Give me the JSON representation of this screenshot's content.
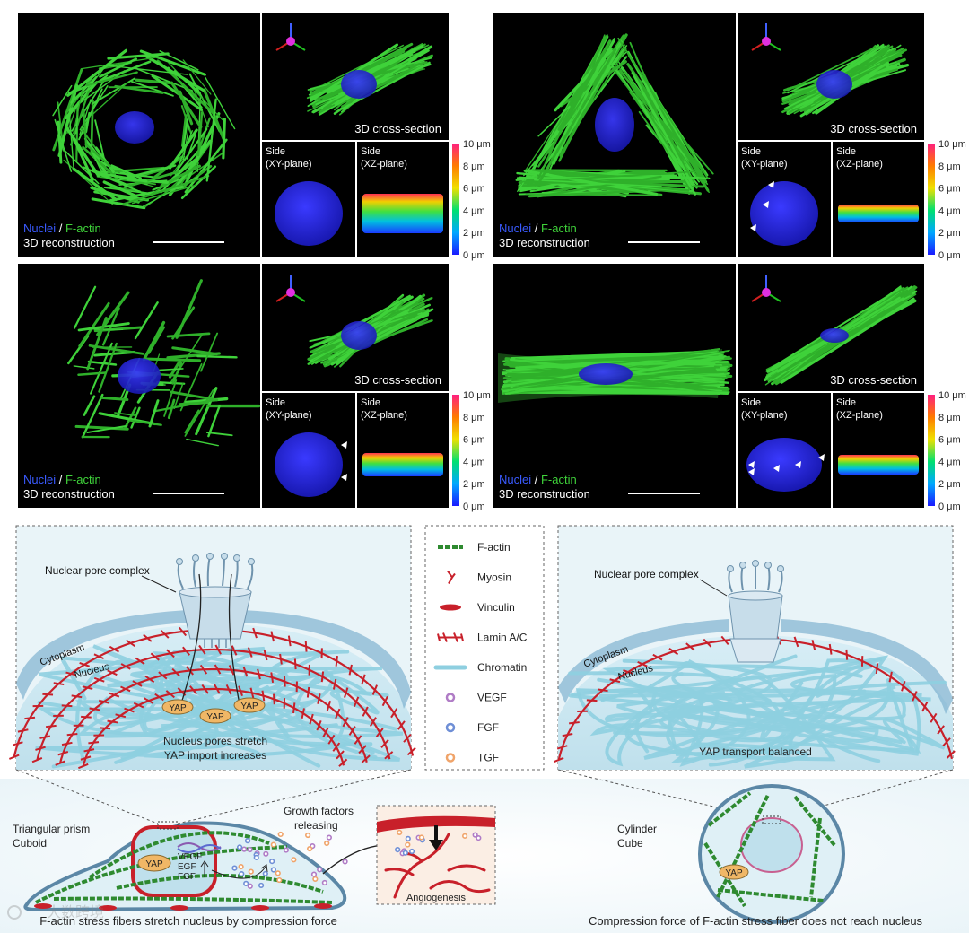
{
  "panels": [
    {
      "id": "p1",
      "nuclei_label": "Nuclei",
      "separator": " / ",
      "factin_label": "F-actin",
      "recon_label": "3D reconstruction",
      "cross_label": "3D cross-section",
      "side_xy_1": "Side",
      "side_xy_2": "(XY-plane)",
      "side_xz_1": "Side",
      "side_xz_2": "(XZ-plane)"
    },
    {
      "id": "p2",
      "nuclei_label": "Nuclei",
      "separator": " / ",
      "factin_label": "F-actin",
      "recon_label": "3D reconstruction",
      "cross_label": "3D cross-section",
      "side_xy_1": "Side",
      "side_xy_2": "(XY-plane)",
      "side_xz_1": "Side",
      "side_xz_2": "(XZ-plane)"
    },
    {
      "id": "p3",
      "nuclei_label": "Nuclei",
      "separator": " / ",
      "factin_label": "F-actin",
      "recon_label": "3D reconstruction",
      "cross_label": "3D cross-section",
      "side_xy_1": "Side",
      "side_xy_2": "(XY-plane)",
      "side_xz_1": "Side",
      "side_xz_2": "(XZ-plane)"
    },
    {
      "id": "p4",
      "nuclei_label": "Nuclei",
      "separator": " / ",
      "factin_label": "F-actin",
      "recon_label": "3D reconstruction",
      "cross_label": "3D cross-section",
      "side_xy_1": "Side",
      "side_xy_2": "(XY-plane)",
      "side_xz_1": "Side",
      "side_xz_2": "(XZ-plane)"
    }
  ],
  "colorbar": {
    "ticks": [
      "10 μm",
      "8 μm",
      "6 μm",
      "4 μm",
      "2 μm",
      "0 μm"
    ]
  },
  "legend": {
    "items": [
      {
        "key": "factin",
        "label": "F-actin"
      },
      {
        "key": "myosin",
        "label": "Myosin"
      },
      {
        "key": "vinculin",
        "label": "Vinculin"
      },
      {
        "key": "lamin",
        "label": "Lamin A/C"
      },
      {
        "key": "chromatin",
        "label": "Chromatin"
      },
      {
        "key": "vegf",
        "label": "VEGF",
        "color": "#b07cc6"
      },
      {
        "key": "fgf",
        "label": "FGF",
        "color": "#6f8fd6"
      },
      {
        "key": "tgf",
        "label": "TGF",
        "color": "#f0a46a"
      }
    ]
  },
  "left_diagram": {
    "npc_label": "Nuclear pore complex",
    "cytoplasm_label": "Cytoplasm",
    "nucleus_label": "Nucleus",
    "yap": "YAP",
    "caption_1": "Nucleus pores stretch",
    "caption_2": "YAP import increases"
  },
  "right_diagram": {
    "npc_label": "Nuclear pore complex",
    "cytoplasm_label": "Cytoplasm",
    "nucleus_label": "Nucleus",
    "caption": "YAP transport balanced"
  },
  "bottom_left": {
    "shape_1": "Triangular prism",
    "shape_2": "Cuboid",
    "gf_1": "Growth factors",
    "gf_2": "releasing",
    "yap": "YAP",
    "genes": [
      "VEGF",
      "EGF",
      "FGF"
    ],
    "angiogenesis": "Angiogenesis",
    "caption": "F-actin stress fibers stretch nucleus by  compression force"
  },
  "bottom_right": {
    "shape_1": "Cylinder",
    "shape_2": "Cube",
    "yap": "YAP",
    "caption": "Compression force of F-actin stress fiber does not reach nucleus"
  },
  "watermark": "大数跨境",
  "colors": {
    "actin": "#3fcf3a",
    "nucleus": "#2a2ae0",
    "lamin": "#c8202a",
    "chromatin": "#8ecfe0",
    "panel_bg": "#000000"
  }
}
